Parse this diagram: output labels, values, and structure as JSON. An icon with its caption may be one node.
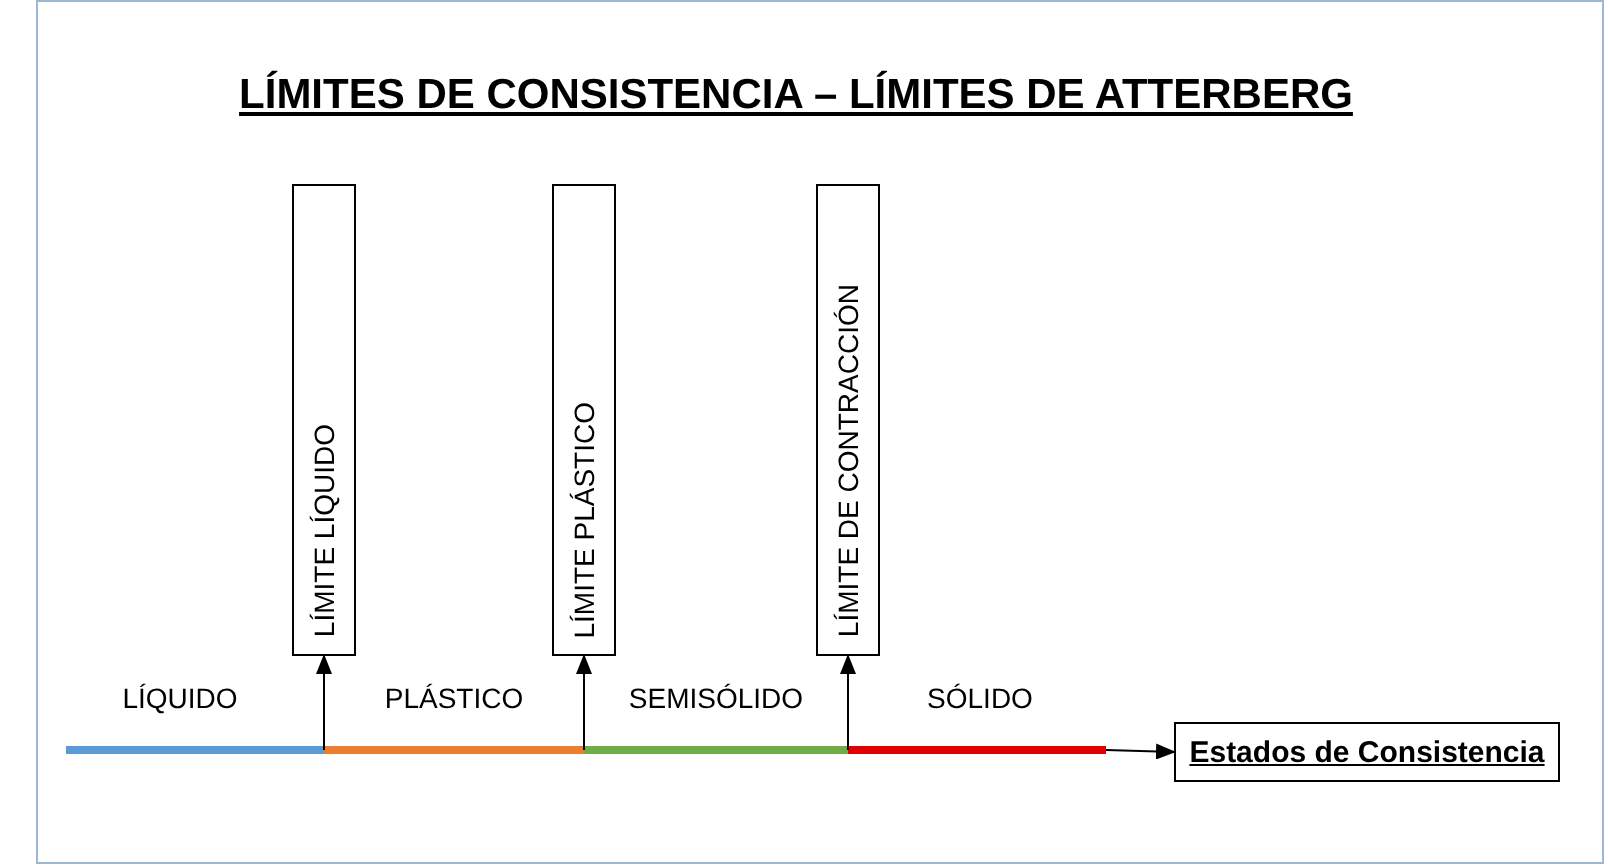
{
  "diagram": {
    "title": "LÍMITES DE CONSISTENCIA – LÍMITES DE ATTERBERG",
    "nodes": [
      {
        "text": [
          "LÍMITE LÍQUIDO"
        ]
      },
      {
        "text": [
          "LÍMITE PLÁSTICO"
        ]
      },
      {
        "text": [
          "LÍMITE DE CONTRACCIÓN"
        ]
      },
      {
        "text": [
          "Estados de Consistencia"
        ]
      }
    ],
    "edges": [
      {
        "from": null,
        "to": 0,
        "arrow": "to"
      },
      {
        "from": null,
        "to": 1,
        "arrow": "to"
      },
      {
        "from": null,
        "to": 2,
        "arrow": "to"
      },
      {
        "from": null,
        "to": 3,
        "arrow": "to"
      }
    ],
    "labels": [
      "LÍQUIDO",
      "PLÁSTICO",
      "SEMISÓLIDO",
      "SÓLIDO"
    ]
  }
}
